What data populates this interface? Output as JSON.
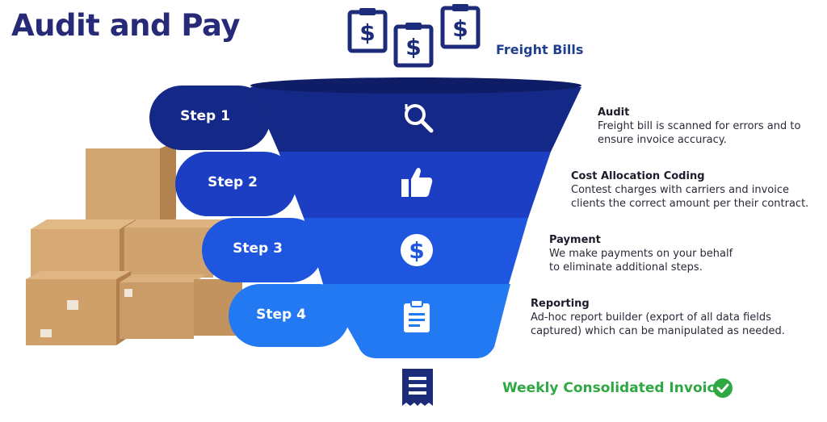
{
  "header": {
    "title": "Audit and Pay"
  },
  "freight": {
    "label": "Freight Bills"
  },
  "steps": [
    {
      "label": "Step 1",
      "icon": "search-icon",
      "heading": "Audit",
      "body": "Freight bill is scanned for errors and to\nensure invoice accuracy."
    },
    {
      "label": "Step 2",
      "icon": "thumbs-up-icon",
      "heading": "Cost Allocation Coding",
      "body": "Contest charges with carriers and invoice\nclients the correct amount per their contract."
    },
    {
      "label": "Step 3",
      "icon": "dollar-circle-icon",
      "heading": "Payment",
      "body": "We make payments on your behalf\nto eliminate additional steps."
    },
    {
      "label": "Step 4",
      "icon": "clipboard-icon",
      "heading": "Reporting",
      "body": "Ad-hoc report builder (export of all data fields\ncaptured) which can be manipulated as needed."
    }
  ],
  "footer": {
    "label": "Weekly Consolidated Invoice"
  },
  "colors": {
    "title": "#262a78",
    "step1": "#142887",
    "step2": "#1b3ec2",
    "step3": "#1f56e0",
    "step4": "#2279f2",
    "accent_green": "#2ea842"
  }
}
